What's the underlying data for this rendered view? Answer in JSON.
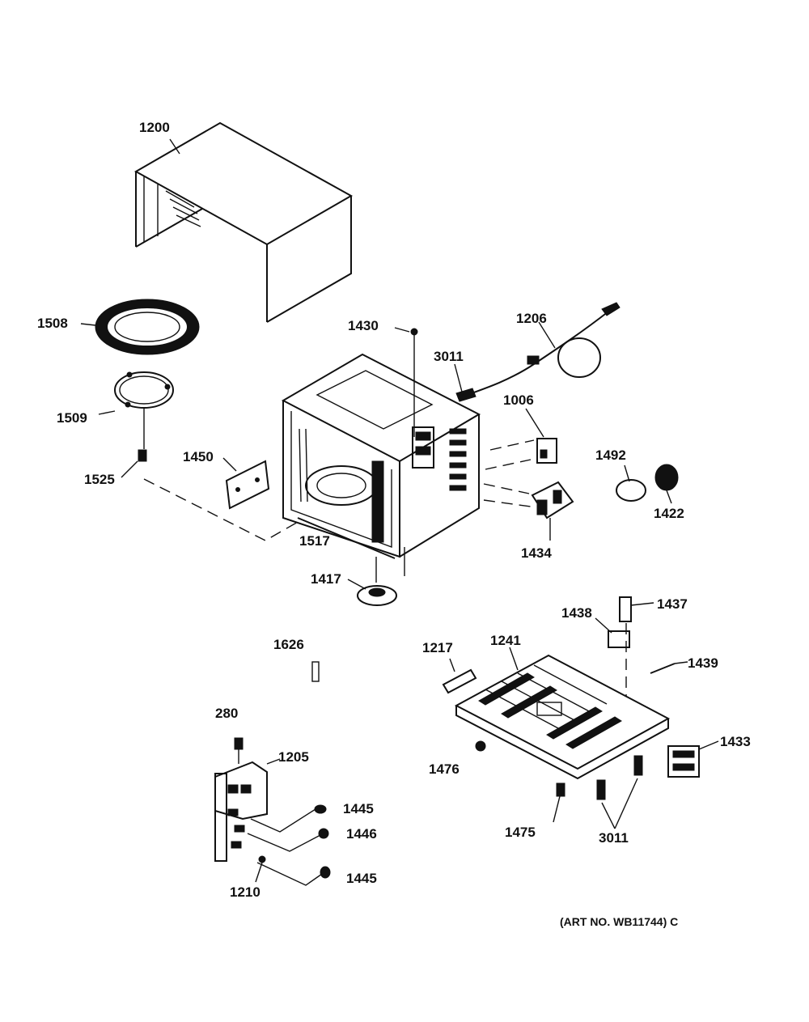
{
  "diagram": {
    "art_number": "(ART NO. WB11744) C",
    "callouts": {
      "c1200": "1200",
      "c1508": "1508",
      "c1509": "1509",
      "c1525": "1525",
      "c1450": "1450",
      "c1517": "1517",
      "c1430": "1430",
      "c3011a": "3011",
      "c1206": "1206",
      "c1006": "1006",
      "c1492": "1492",
      "c1422": "1422",
      "c1434": "1434",
      "c1417": "1417",
      "c1626": "1626",
      "c1438": "1438",
      "c1437": "1437",
      "c1217": "1217",
      "c1241": "1241",
      "c1439": "1439",
      "c280": "280",
      "c1205": "1205",
      "c1476": "1476",
      "c1433": "1433",
      "c1445a": "1445",
      "c1446": "1446",
      "c1445b": "1445",
      "c1475": "1475",
      "c3011b": "3011",
      "c1210": "1210"
    }
  }
}
